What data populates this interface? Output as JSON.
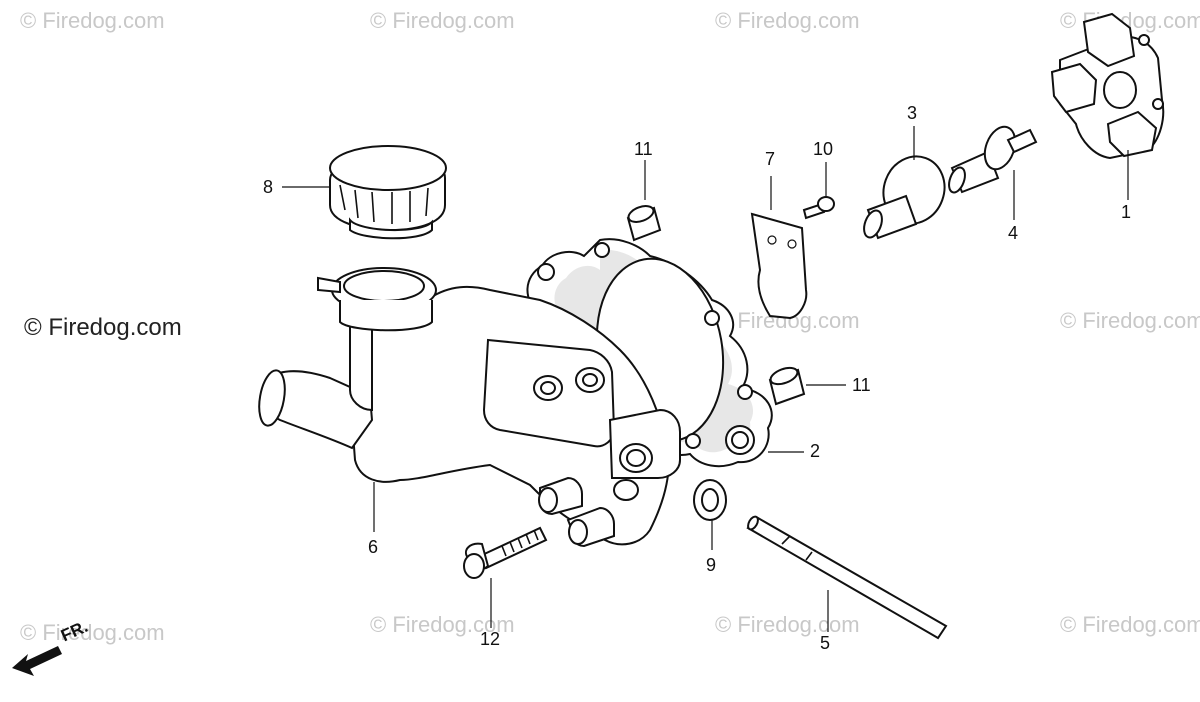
{
  "watermarks": {
    "text": "© Firedog.com",
    "main": "© Firedog.com"
  },
  "callouts": {
    "c1": "1",
    "c2": "2",
    "c3": "3",
    "c4": "4",
    "c5": "5",
    "c6": "6",
    "c7": "7",
    "c8": "8",
    "c9": "9",
    "c10": "10",
    "c11a": "11",
    "c11b": "11",
    "c12": "12"
  },
  "direction_indicator": {
    "label": "FR."
  }
}
